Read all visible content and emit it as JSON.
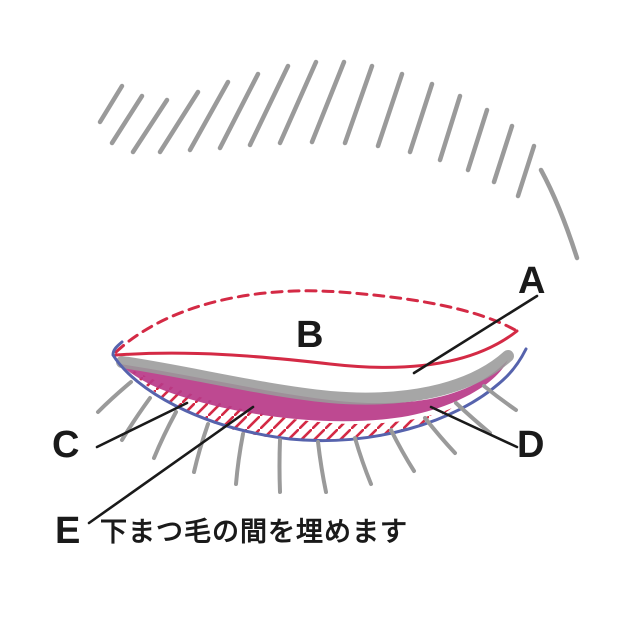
{
  "diagram": {
    "labels": {
      "a": "A",
      "b": "B",
      "c": "C",
      "d": "D",
      "e": "E"
    },
    "caption": "下まつ毛の間を埋めます",
    "colors": {
      "red": "#d42a45",
      "magenta": "#b93a88",
      "blue": "#5663ad",
      "gray": "#9a9a9a",
      "label": "#1a1a1a",
      "background": "#ffffff"
    }
  }
}
